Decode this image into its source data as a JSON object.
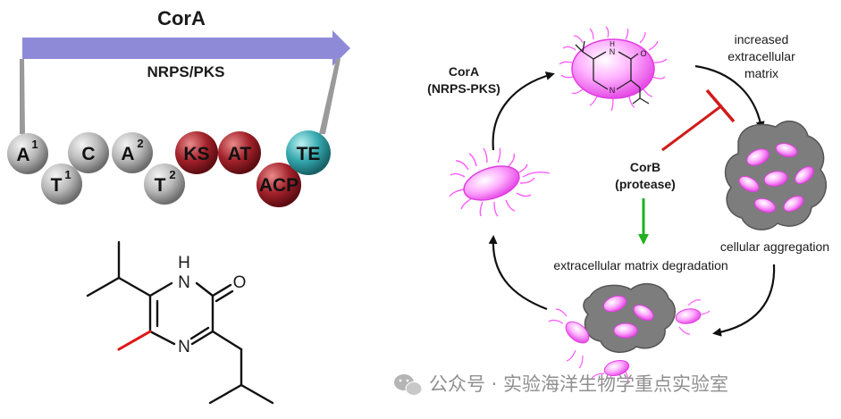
{
  "module_diagram": {
    "title": "CorA",
    "arrow_label": "NRPS/PKS",
    "domains": [
      {
        "label": "A",
        "sup": "1",
        "color": "gray"
      },
      {
        "label": "T",
        "sup": "1",
        "color": "gray"
      },
      {
        "label": "C",
        "sup": "",
        "color": "gray"
      },
      {
        "label": "A",
        "sup": "2",
        "color": "gray"
      },
      {
        "label": "T",
        "sup": "2",
        "color": "gray"
      },
      {
        "label": "KS",
        "sup": "",
        "color": "red"
      },
      {
        "label": "AT",
        "sup": "",
        "color": "red"
      },
      {
        "label": "ACP",
        "sup": "",
        "color": "red"
      },
      {
        "label": "TE",
        "sup": "",
        "color": "teal"
      }
    ],
    "colors": {
      "arrow": "#8e8ad8",
      "gray": "#a8a8a8",
      "red": "#9e1c24",
      "teal": "#2f9ea6"
    }
  },
  "structure": {
    "atom_nh": "H\nN",
    "atom_n": "N",
    "atom_o": "O"
  },
  "cycle": {
    "cora_line1": "CorA",
    "cora_line2": "(NRPS-PKS)",
    "matrix_line1": "increased",
    "matrix_line2": "extracellular",
    "matrix_line3": "matrix",
    "corb_line1": "CorB",
    "corb_line2": "(protease)",
    "aggregation_label": "cellular aggregation",
    "degradation_label": "extracellular matrix degradation",
    "colors": {
      "inhibit": "#d11a1a",
      "activate": "#22b022",
      "cell": "#ff66ff",
      "matrix": "#7d7d7d"
    }
  },
  "watermark": {
    "text": "公众号 · 实验海洋生物学重点实验室"
  }
}
